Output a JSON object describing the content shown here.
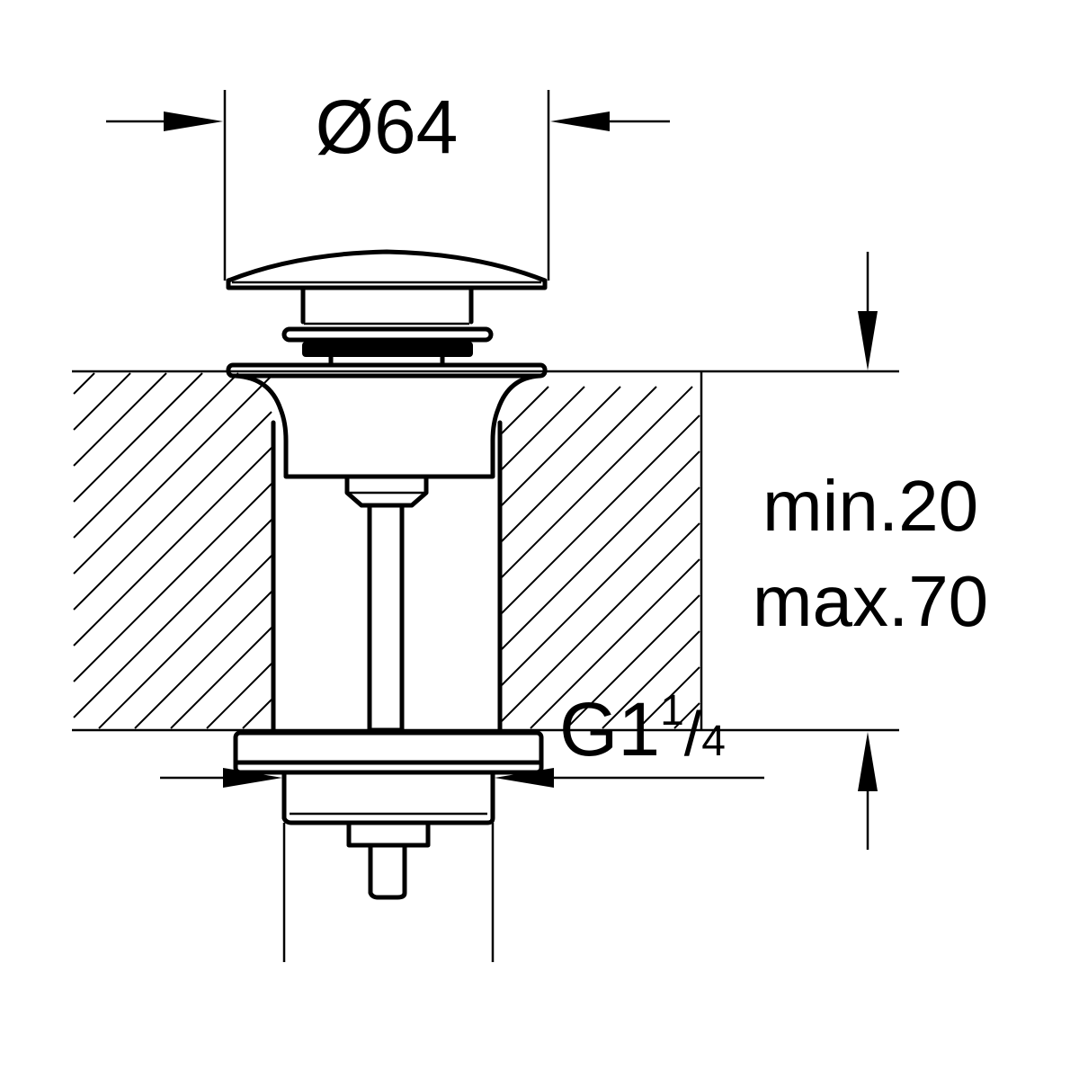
{
  "drawing": {
    "diameter_label": "Ø64",
    "thickness_min_label": "min.20",
    "thickness_max_label": "max.70",
    "thread_label": {
      "prefix": "G1",
      "numerator": "1",
      "slash": "/",
      "denominator": "4"
    },
    "line_color": "#000000",
    "background_color": "#ffffff"
  }
}
